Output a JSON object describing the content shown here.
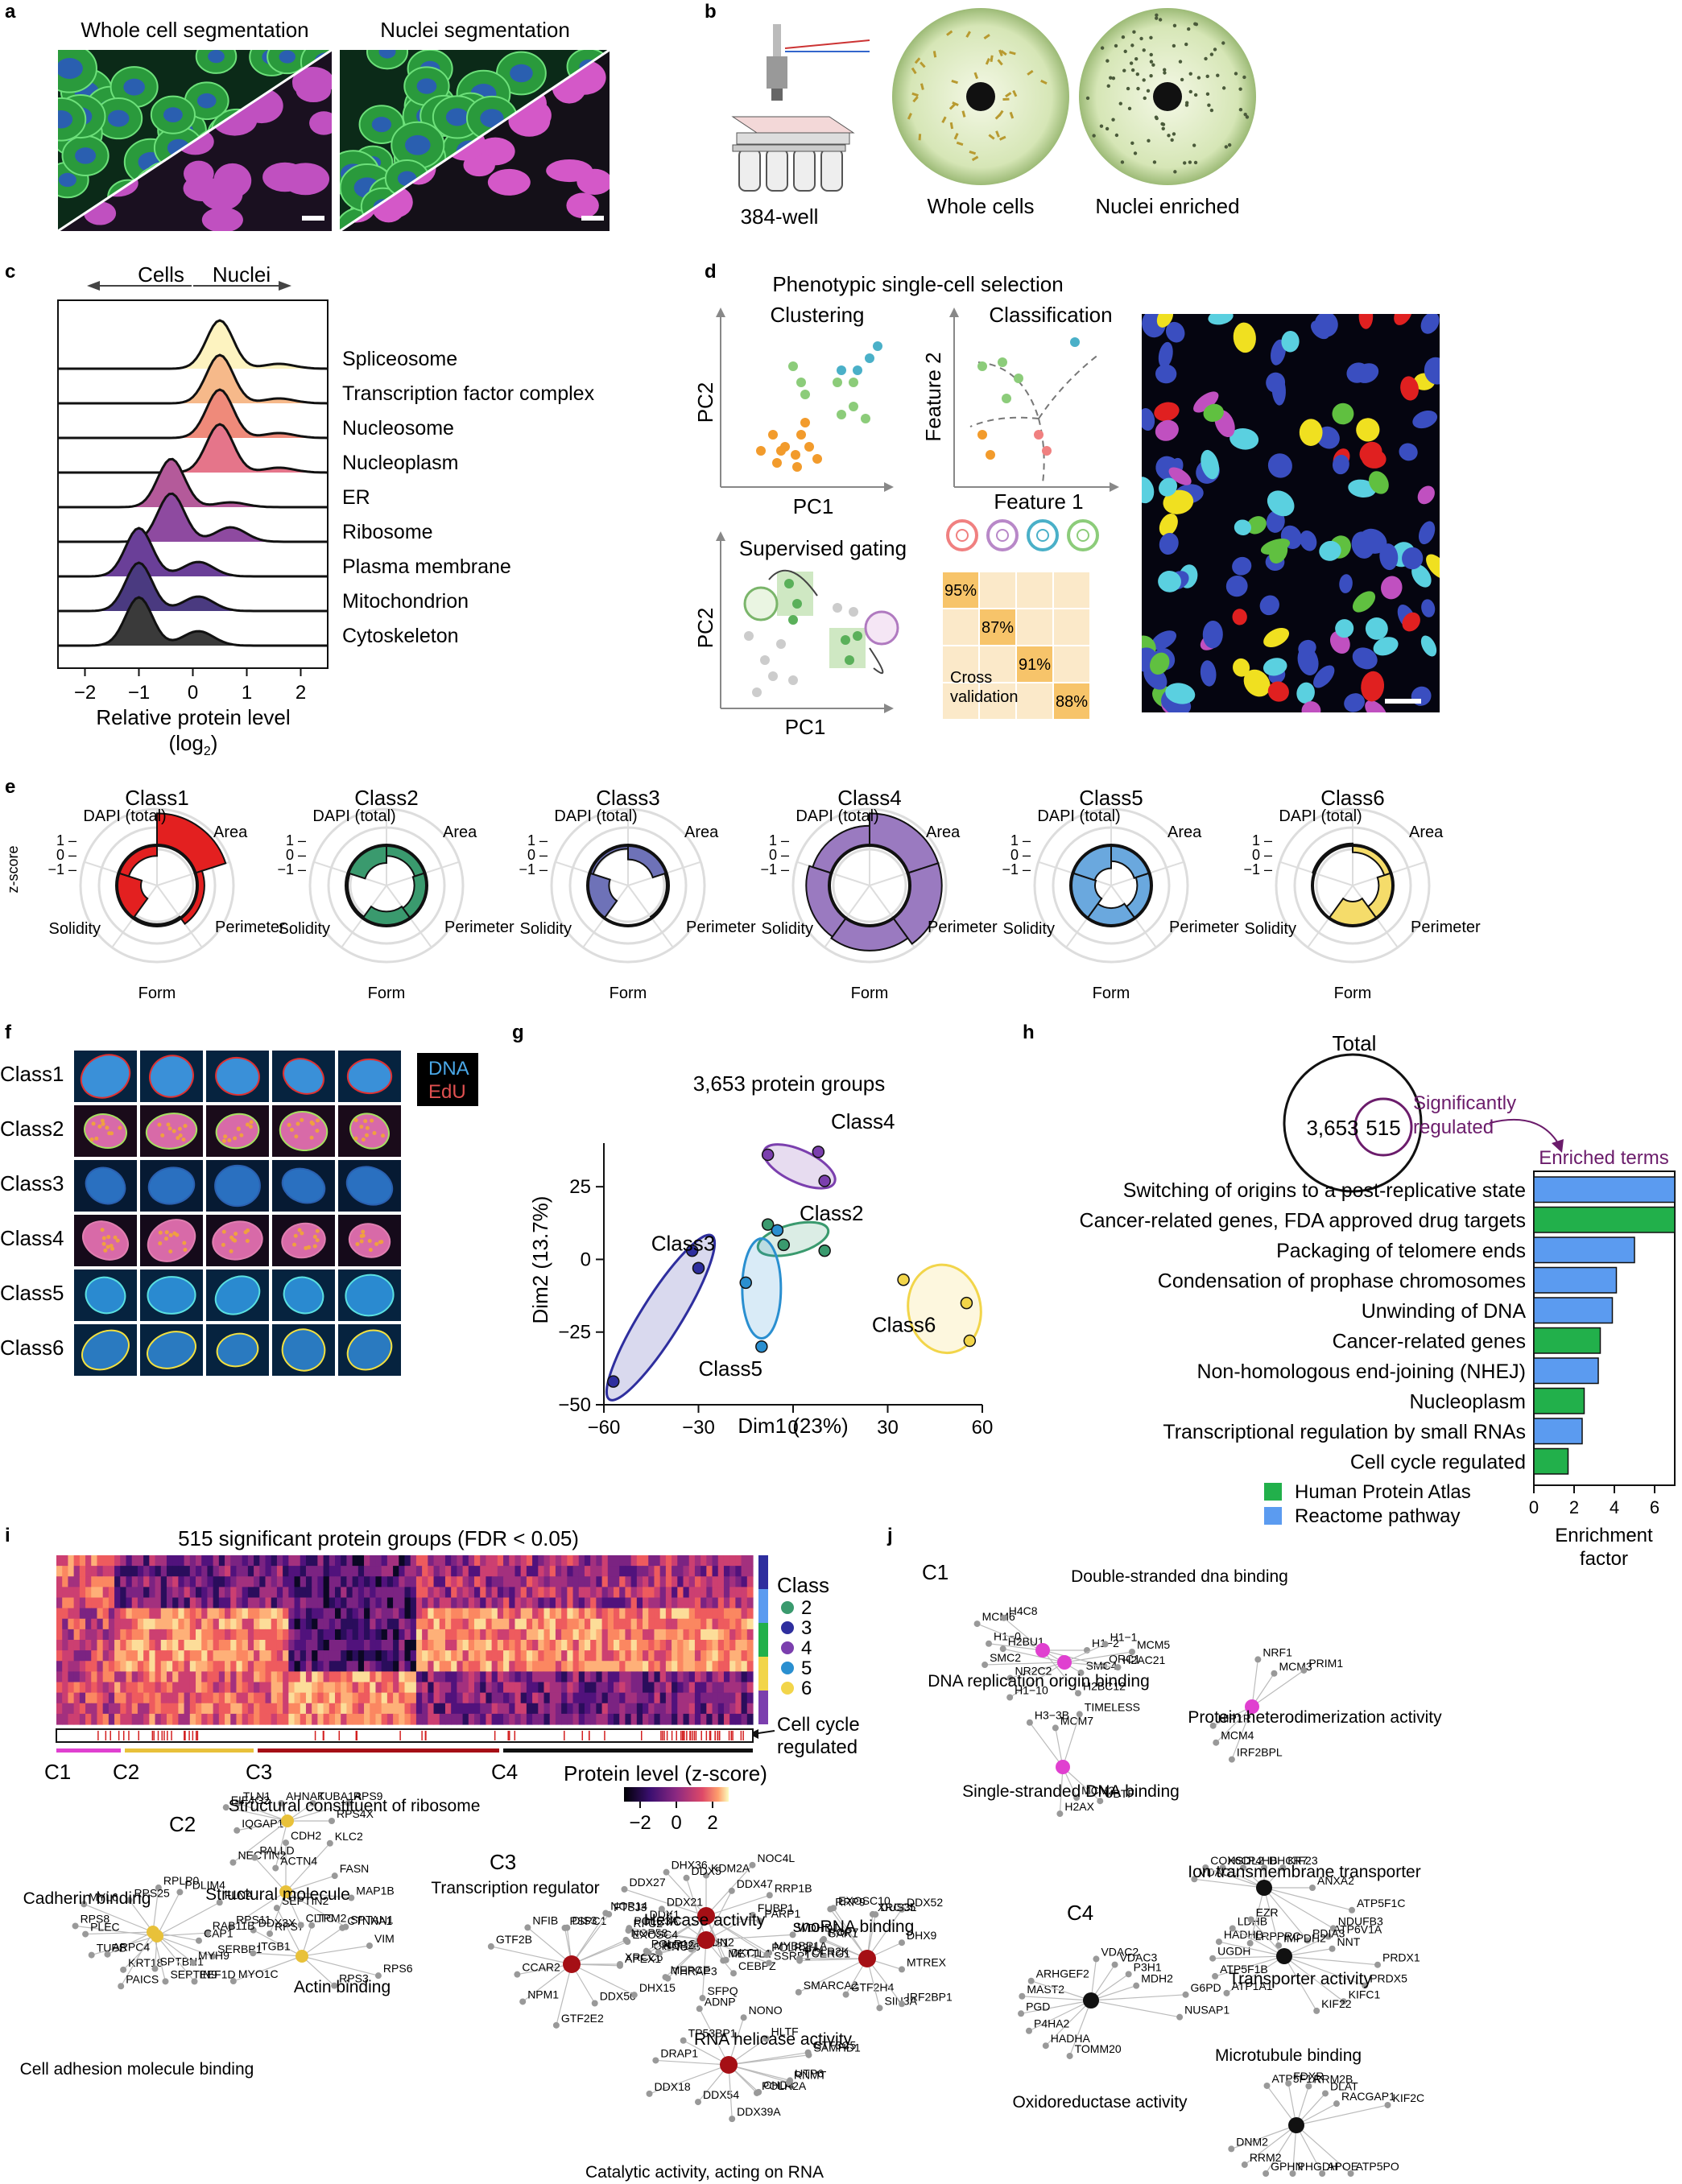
{
  "panels": {
    "a": {
      "letter": "a",
      "left_title": "Whole cell segmentation",
      "right_title": "Nuclei segmentation"
    },
    "b": {
      "letter": "b",
      "labels": [
        "384-well",
        "Whole cells",
        "Nuclei enriched"
      ]
    },
    "c": {
      "letter": "c",
      "arrow_left": "Cells",
      "arrow_right": "Nuclei",
      "xlabel_line1": "Relative protein level",
      "xlabel_line2": "(log",
      "xlabel_sub": "2",
      "xlabel_close": ")",
      "xticks": [
        "−2",
        "−1",
        "0",
        "1",
        "2"
      ]
    },
    "d": {
      "letter": "d",
      "title": "Phenotypic single-cell selection",
      "clustering": "Clustering",
      "classification": "Classification",
      "pc1": "PC1",
      "pc2": "PC2",
      "feature1": "Feature 1",
      "feature2": "Feature 2",
      "gating": "Supervised gating",
      "cross_line1": "Cross",
      "cross_line2": "validation",
      "percents": [
        "95%",
        "87%",
        "91%",
        "88%"
      ]
    },
    "e": {
      "letter": "e",
      "zscore": "z-score",
      "ticks": [
        "1",
        "0",
        "−1"
      ],
      "axes": [
        "DAPI (total)",
        "Area",
        "Perimeter",
        "Form",
        "Solidity"
      ]
    },
    "f": {
      "letter": "f",
      "legend_dna": "DNA",
      "legend_edu": "EdU"
    },
    "g": {
      "letter": "g",
      "title": "3,653 protein groups",
      "xlabel": "Dim1 (23%)",
      "ylabel": "Dim2 (13.7%)"
    },
    "h": {
      "letter": "h",
      "total": "Total",
      "n_total": "3,653",
      "n_sig": "515",
      "sig_line1": "Significantly",
      "sig_line2": "regulated",
      "enriched_title": "Enriched terms",
      "xlabel_line1": "Enrichment",
      "xlabel_line2": "factor",
      "legend_hpa": "Human Protein Atlas",
      "legend_reactome": "Reactome pathway"
    },
    "i": {
      "letter": "i",
      "title": "515 significant protein groups (FDR < 0.05)",
      "class_title": "Class",
      "class_items": [
        "2",
        "3",
        "4",
        "5",
        "6"
      ],
      "cc_line1": "Cell cycle",
      "cc_line2": "regulated",
      "clusters": [
        "C1",
        "C2",
        "C3",
        "C4"
      ],
      "legend_title": "Protein level (z-score)",
      "legend_ticks": [
        "−2",
        "0",
        "2"
      ]
    },
    "j": {
      "letter": "j"
    }
  },
  "colors": {
    "green": "#22b04b",
    "blue": "#5b9bf0",
    "class2": "#3a9a6e",
    "class3": "#2e2e9e",
    "class4": "#7b3fae",
    "class5": "#2a8fd0",
    "class6": "#f2d54a",
    "purple": "#6b1c6b",
    "red_node": "#a50f15",
    "gold_node": "#e8c13a",
    "magenta_node": "#e040d0"
  },
  "chart_data": [
    {
      "type": "ridgeline",
      "panel": "c",
      "xlim": [
        -2.5,
        2.5
      ],
      "categories": [
        "Spliceosome",
        "Transcription factor complex",
        "Nucleosome",
        "Nucleoplasm",
        "ER",
        "Ribosome",
        "Plasma membrane",
        "Mitochondrion",
        "Cytoskeleton"
      ],
      "peaks": [
        0.5,
        0.5,
        0.5,
        0.5,
        -0.4,
        -0.4,
        -1.0,
        -1.0,
        -1.0
      ],
      "colors": [
        "#fdf3c0",
        "#f6b98a",
        "#ef8a7a",
        "#e5758a",
        "#b45a9a",
        "#8e4aa0",
        "#6a3f98",
        "#4a3a80",
        "#3a3a3a"
      ]
    },
    {
      "type": "scatter",
      "panel": "g",
      "xlim": [
        -60,
        60
      ],
      "ylim": [
        -50,
        40
      ],
      "xticks": [
        -60,
        -30,
        0,
        30,
        60
      ],
      "yticks": [
        25,
        0,
        -25,
        -50
      ],
      "series": [
        {
          "name": "Class2",
          "color": "#3a9a6e",
          "points": [
            [
              -8,
              12
            ],
            [
              -3,
              5
            ],
            [
              10,
              3
            ]
          ]
        },
        {
          "name": "Class3",
          "color": "#2e2e9e",
          "points": [
            [
              -32,
              3
            ],
            [
              -30,
              -3
            ],
            [
              -57,
              -42
            ]
          ]
        },
        {
          "name": "Class4",
          "color": "#7b3fae",
          "points": [
            [
              -8,
              36
            ],
            [
              8,
              37
            ],
            [
              10,
              27
            ]
          ]
        },
        {
          "name": "Class5",
          "color": "#2a8fd0",
          "points": [
            [
              -15,
              -8
            ],
            [
              -10,
              -30
            ],
            [
              -5,
              10
            ]
          ]
        },
        {
          "name": "Class6",
          "color": "#f2d54a",
          "points": [
            [
              35,
              -7
            ],
            [
              55,
              -15
            ],
            [
              56,
              -28
            ]
          ]
        }
      ]
    },
    {
      "type": "bar",
      "panel": "h",
      "orientation": "horizontal",
      "xlim": [
        0,
        7
      ],
      "xticks": [
        0,
        2,
        4,
        6
      ],
      "categories": [
        "Switching of origins to a post-replicative state",
        "Cancer-related genes, FDA approved drug targets",
        "Packaging of telomere ends",
        "Condensation of prophase chromosomes",
        "Unwinding of DNA",
        "Cancer-related genes",
        "Non-homologous end-joining (NHEJ)",
        "Nucleoplasm",
        "Transcriptional regulation by small RNAs",
        "Cell cycle regulated"
      ],
      "values": [
        7.0,
        7.0,
        5.0,
        4.1,
        3.9,
        3.3,
        3.2,
        2.5,
        2.4,
        1.7
      ],
      "sources": [
        "Reactome pathway",
        "Human Protein Atlas",
        "Reactome pathway",
        "Reactome pathway",
        "Reactome pathway",
        "Human Protein Atlas",
        "Reactome pathway",
        "Human Protein Atlas",
        "Reactome pathway",
        "Human Protein Atlas"
      ]
    }
  ],
  "classes": [
    {
      "name": "Class1",
      "color": "#e32020",
      "values": [
        1.8,
        0.4,
        -0.1,
        -1.4,
        -0.6
      ]
    },
    {
      "name": "Class2",
      "color": "#3a9a6e",
      "values": [
        -0.6,
        -0.7,
        -0.8,
        -0.1,
        -1.0
      ]
    },
    {
      "name": "Class3",
      "color": "#6e72b8",
      "values": [
        -0.8,
        -0.1,
        0.0,
        -1.2,
        -0.2
      ]
    },
    {
      "name": "Class4",
      "color": "#9a7ac0",
      "values": [
        1.8,
        1.8,
        1.4,
        1.3,
        1.1
      ]
    },
    {
      "name": "Class5",
      "color": "#6aa8de",
      "values": [
        -0.9,
        -0.8,
        -1.0,
        -1.4,
        -1.3
      ]
    },
    {
      "name": "Class6",
      "color": "#f5dc6a",
      "values": [
        -0.4,
        -0.8,
        -1.5,
        0.0,
        0.1
      ]
    }
  ],
  "networks": {
    "C1": {
      "title": "C1",
      "hubs": [
        "DNA replication origin binding",
        "Double-stranded dna binding",
        "Protein heterodimerization activity",
        "Single-stranded DNA binding"
      ],
      "genes": [
        "H1−2",
        "H1−10",
        "NRF1",
        "UBTF",
        "H1−0",
        "H1−1",
        "IRF2BPL",
        "H3−3B",
        "ORC1",
        "NR2C2",
        "MCM3",
        "MCM2",
        "MCM6",
        "MCM5",
        "MCM4",
        "MCM7",
        "SMC4",
        "SMC2",
        "PRIM1",
        "H2AX",
        "H4C8",
        "H2AC21",
        "HIP1R",
        "TIMELESS",
        "H2BC12",
        "H2BU1"
      ]
    },
    "C2": {
      "title": "C2",
      "hubs": [
        "Structural constituent of ribosome",
        "Structural molecule",
        "Cadherin binding",
        "Actin binding",
        "Cell adhesion molecule binding"
      ],
      "genes": [
        "RPS4X",
        "RPS11",
        "RPLP0",
        "RPS3",
        "RPS8",
        "RPS9",
        "RPS7",
        "RPS25",
        "RPS6",
        "TUBB",
        "TUBA1A",
        "CLTC",
        "MYL6",
        "VIM",
        "KRT18",
        "AHNAK",
        "SPTAN1",
        "PLEC",
        "CTNNA1",
        "SPTBN1",
        "TLN1",
        "MAP1B",
        "ARPC4",
        "TPM2",
        "EEF1D",
        "EIF4G2",
        "FASN",
        "PAICS",
        "SEPTIN2",
        "SERBP1",
        "IQGAP1",
        "KLC2",
        "SEPTIN9",
        "DDX3X",
        "RAB11B",
        "NECTIN2",
        "CDH2",
        "MYH9",
        "ITGB1",
        "FLNA",
        "ACTN4",
        "PALLD",
        "CAP1",
        "MYO1C",
        "PDLIM4"
      ]
    },
    "C3": {
      "title": "C3",
      "hubs": [
        "Transcription regulator",
        "Helicase activity",
        "snoRNA binding",
        "RNA helicase activity",
        "Catalytic activity, acting on RNA"
      ],
      "genes": [
        "XRCC6",
        "CHTF18",
        "XRCC5",
        "CHD4",
        "RFC2",
        "NOP58",
        "BMS1",
        "RRP9",
        "UTP6",
        "SNU13",
        "NOP14",
        "DKC1",
        "GAR1",
        "GTF3C5",
        "THRAP3",
        "PSPC1",
        "MYBBP1A",
        "TCERG1",
        "HLTF",
        "SFPQ",
        "NFIB",
        "PARP1",
        "SMARCA2",
        "NONO",
        "CEBPZ",
        "GTF2B",
        "RRP1B",
        "GTF2H4",
        "ADNP",
        "SSRP1",
        "CCAR2",
        "NOC4L",
        "SIN3A",
        "TP53BP1",
        "WDHD1",
        "NPM1",
        "KDM2A",
        "IRF2BP1",
        "DRAP1",
        "FUBP1",
        "GTF2E2",
        "DHX36",
        "MTREX",
        "DDX18",
        "DDX47",
        "DDX50",
        "DDX27",
        "DHX9",
        "DDX54",
        "DDX5",
        "DHX15",
        "DDX1",
        "DDX52",
        "DDX39A",
        "DDX21",
        "APEX1",
        "POLR1C",
        "DUS3L",
        "POLR2A",
        "POLR3A",
        "EXOSC4",
        "NSUN2",
        "EXOSC10",
        "RNMT",
        "NOP2",
        "FTSJ3",
        "METTL1",
        "POP7",
        "SAMHD1",
        "MEPCE",
        "DIS3",
        "POLR2H",
        "POLR2K"
      ]
    },
    "C4": {
      "title": "C4",
      "hubs": [
        "Ion transmembrane transporter",
        "Transporter activity",
        "Oxidoreductase activity",
        "Microtubule binding"
      ],
      "genes": [
        "ANXA2",
        "ATP1A1",
        "VDAC2",
        "ATP5PO",
        "VDAC1",
        "ATP6V1A",
        "TOMM20",
        "ATP5F1A",
        "ATP5F1C",
        "ATP5F1B",
        "VDAC3",
        "APOE",
        "COX6C",
        "NNT",
        "HADHA",
        "FDXR",
        "NDUFB3",
        "UGDH",
        "P3H1",
        "PHGDH",
        "HSDL2",
        "PRDX1",
        "P4HA2",
        "RRM2B",
        "PDIA3",
        "HADHB",
        "MDH2",
        "GPHN",
        "P4HB",
        "PRDX5",
        "PGD",
        "DLAT",
        "IMPDH2",
        "LDHB",
        "G6PD",
        "RRM2",
        "DHCR7",
        "KIFC1",
        "MAST2",
        "RACGAP1",
        "LRPPRC",
        "EZR",
        "NUSAP1",
        "DNM2",
        "KIF23",
        "KIF22",
        "ARHGEF2",
        "KIF2C"
      ]
    }
  }
}
